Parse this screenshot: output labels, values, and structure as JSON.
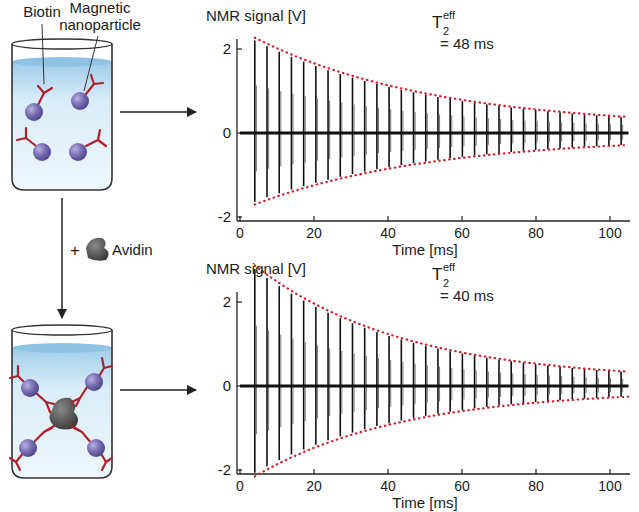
{
  "diagram": {
    "labels": [
      "Biotin",
      "Magnetic nanoparticle",
      "NMR signal [V]",
      "2",
      "0",
      "-2",
      "0",
      "20",
      "40",
      "60",
      "80",
      "100",
      "Time [ms]",
      "T",
      "2",
      "eff",
      "= 48 ms",
      "+",
      "Avidin",
      "NMR signal [V]",
      "2",
      "0",
      "-2",
      "0",
      "20",
      "40",
      "60",
      "80",
      "100",
      "Time [ms]",
      "T",
      "2",
      "eff",
      "= 40 ms"
    ]
  }
}
